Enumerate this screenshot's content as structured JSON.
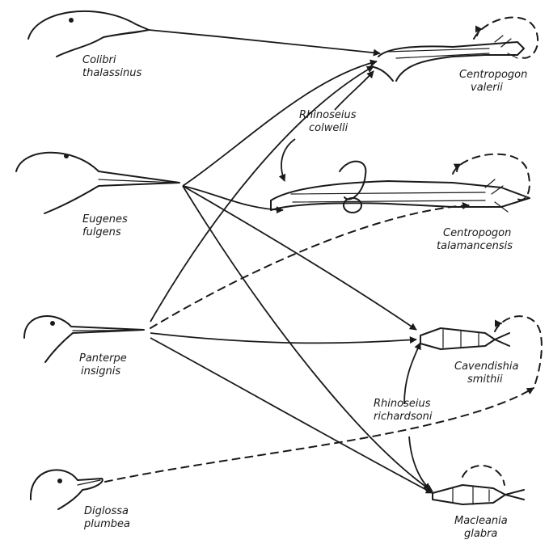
{
  "birds": [
    {
      "genus": "Colibri",
      "species": "thalassinus"
    },
    {
      "genus": "Eugenes",
      "species": "fulgens"
    },
    {
      "genus": "Panterpe",
      "species": "insignis"
    },
    {
      "genus": "Diglossa",
      "species": "plumbea"
    }
  ],
  "flowers": [
    {
      "genus": "Centropogon",
      "species": "valerii"
    },
    {
      "genus": "Centropogon",
      "species": "talamancensis"
    },
    {
      "genus": "Cavendishia",
      "species": "smithii"
    },
    {
      "genus": "Macleania",
      "species": "glabra"
    }
  ],
  "mites": [
    {
      "genus": "Rhinoseius",
      "species": "colwelli"
    },
    {
      "genus": "Rhinoseius",
      "species": "richardsoni"
    }
  ],
  "line_styles": {
    "visit": "solid arrow",
    "nectar_robbing": "dashed arrow"
  },
  "colors": {
    "ink": "#1a1a1a",
    "background": "#ffffff"
  }
}
